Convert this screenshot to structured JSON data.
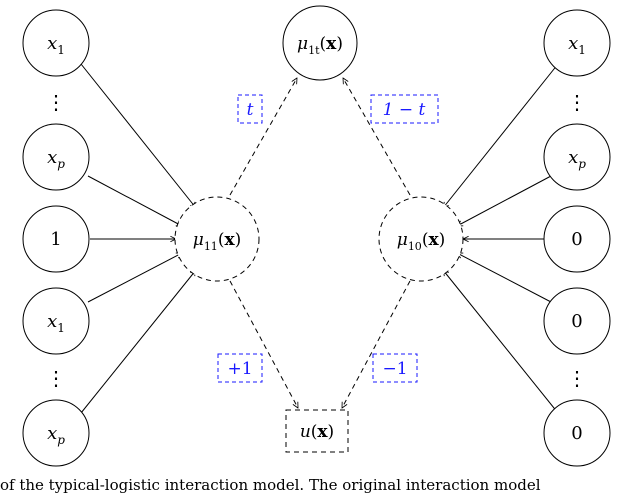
{
  "diagram": {
    "top_node": {
      "fn": "μ",
      "sub": "1t",
      "arg": "x"
    },
    "treated_node": {
      "fn": "μ",
      "sub": "11",
      "arg": "x"
    },
    "control_node": {
      "fn": "μ",
      "sub": "10",
      "arg": "x"
    },
    "bottom_node": {
      "fn": "u",
      "arg": "x"
    },
    "left_inputs": [
      {
        "base": "x",
        "sub": "1"
      },
      {
        "base": "⋮",
        "sub": ""
      },
      {
        "base": "x",
        "sub": "p"
      },
      {
        "base": "1",
        "sub": ""
      },
      {
        "base": "x",
        "sub": "1"
      },
      {
        "base": "⋮",
        "sub": ""
      },
      {
        "base": "x",
        "sub": "p"
      }
    ],
    "right_inputs": [
      {
        "base": "x",
        "sub": "1"
      },
      {
        "base": "⋮",
        "sub": ""
      },
      {
        "base": "x",
        "sub": "p"
      },
      {
        "base": "0",
        "sub": ""
      },
      {
        "base": "0",
        "sub": ""
      },
      {
        "base": "⋮",
        "sub": ""
      },
      {
        "base": "0",
        "sub": ""
      }
    ],
    "weights": {
      "top_left": "t",
      "top_right": "1 − t",
      "bottom_left": "+1",
      "bottom_right": "−1"
    },
    "weight_color": "#1a1aff"
  },
  "caption": "of the typical-logistic interaction model. The original interaction model"
}
